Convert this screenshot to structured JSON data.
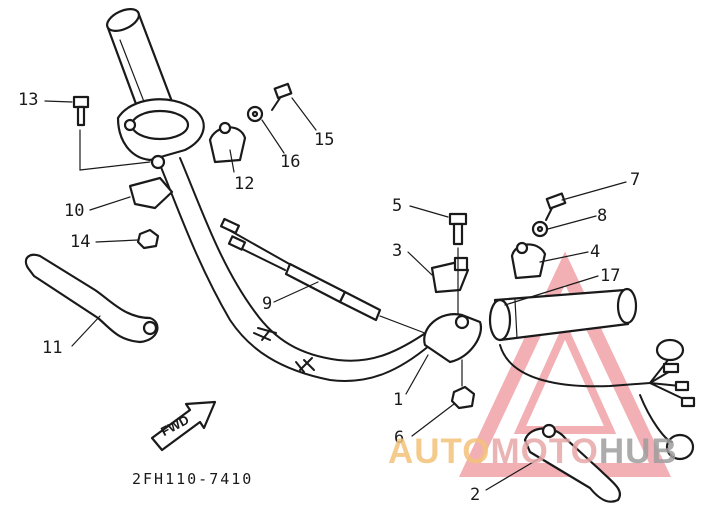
{
  "diagram": {
    "part_code": "2FH110-7410",
    "direction_label": "FWD",
    "callouts": [
      {
        "id": "1",
        "label": "1"
      },
      {
        "id": "2",
        "label": "2"
      },
      {
        "id": "3",
        "label": "3"
      },
      {
        "id": "4",
        "label": "4"
      },
      {
        "id": "5",
        "label": "5"
      },
      {
        "id": "6",
        "label": "6"
      },
      {
        "id": "7",
        "label": "7"
      },
      {
        "id": "8",
        "label": "8"
      },
      {
        "id": "9",
        "label": "9"
      },
      {
        "id": "10",
        "label": "10"
      },
      {
        "id": "11",
        "label": "11"
      },
      {
        "id": "12",
        "label": "12"
      },
      {
        "id": "13",
        "label": "13"
      },
      {
        "id": "14",
        "label": "14"
      },
      {
        "id": "15",
        "label": "15"
      },
      {
        "id": "16",
        "label": "16"
      },
      {
        "id": "17",
        "label": "17"
      }
    ]
  },
  "watermark": {
    "part_a": "AUTO",
    "part_b": "MOTO",
    "part_c": "HUB",
    "colors": {
      "auto": "#f4c27a",
      "moto": "#e8a8a8",
      "hub": "#9e9e9e",
      "triangle": "#e8707a"
    }
  }
}
